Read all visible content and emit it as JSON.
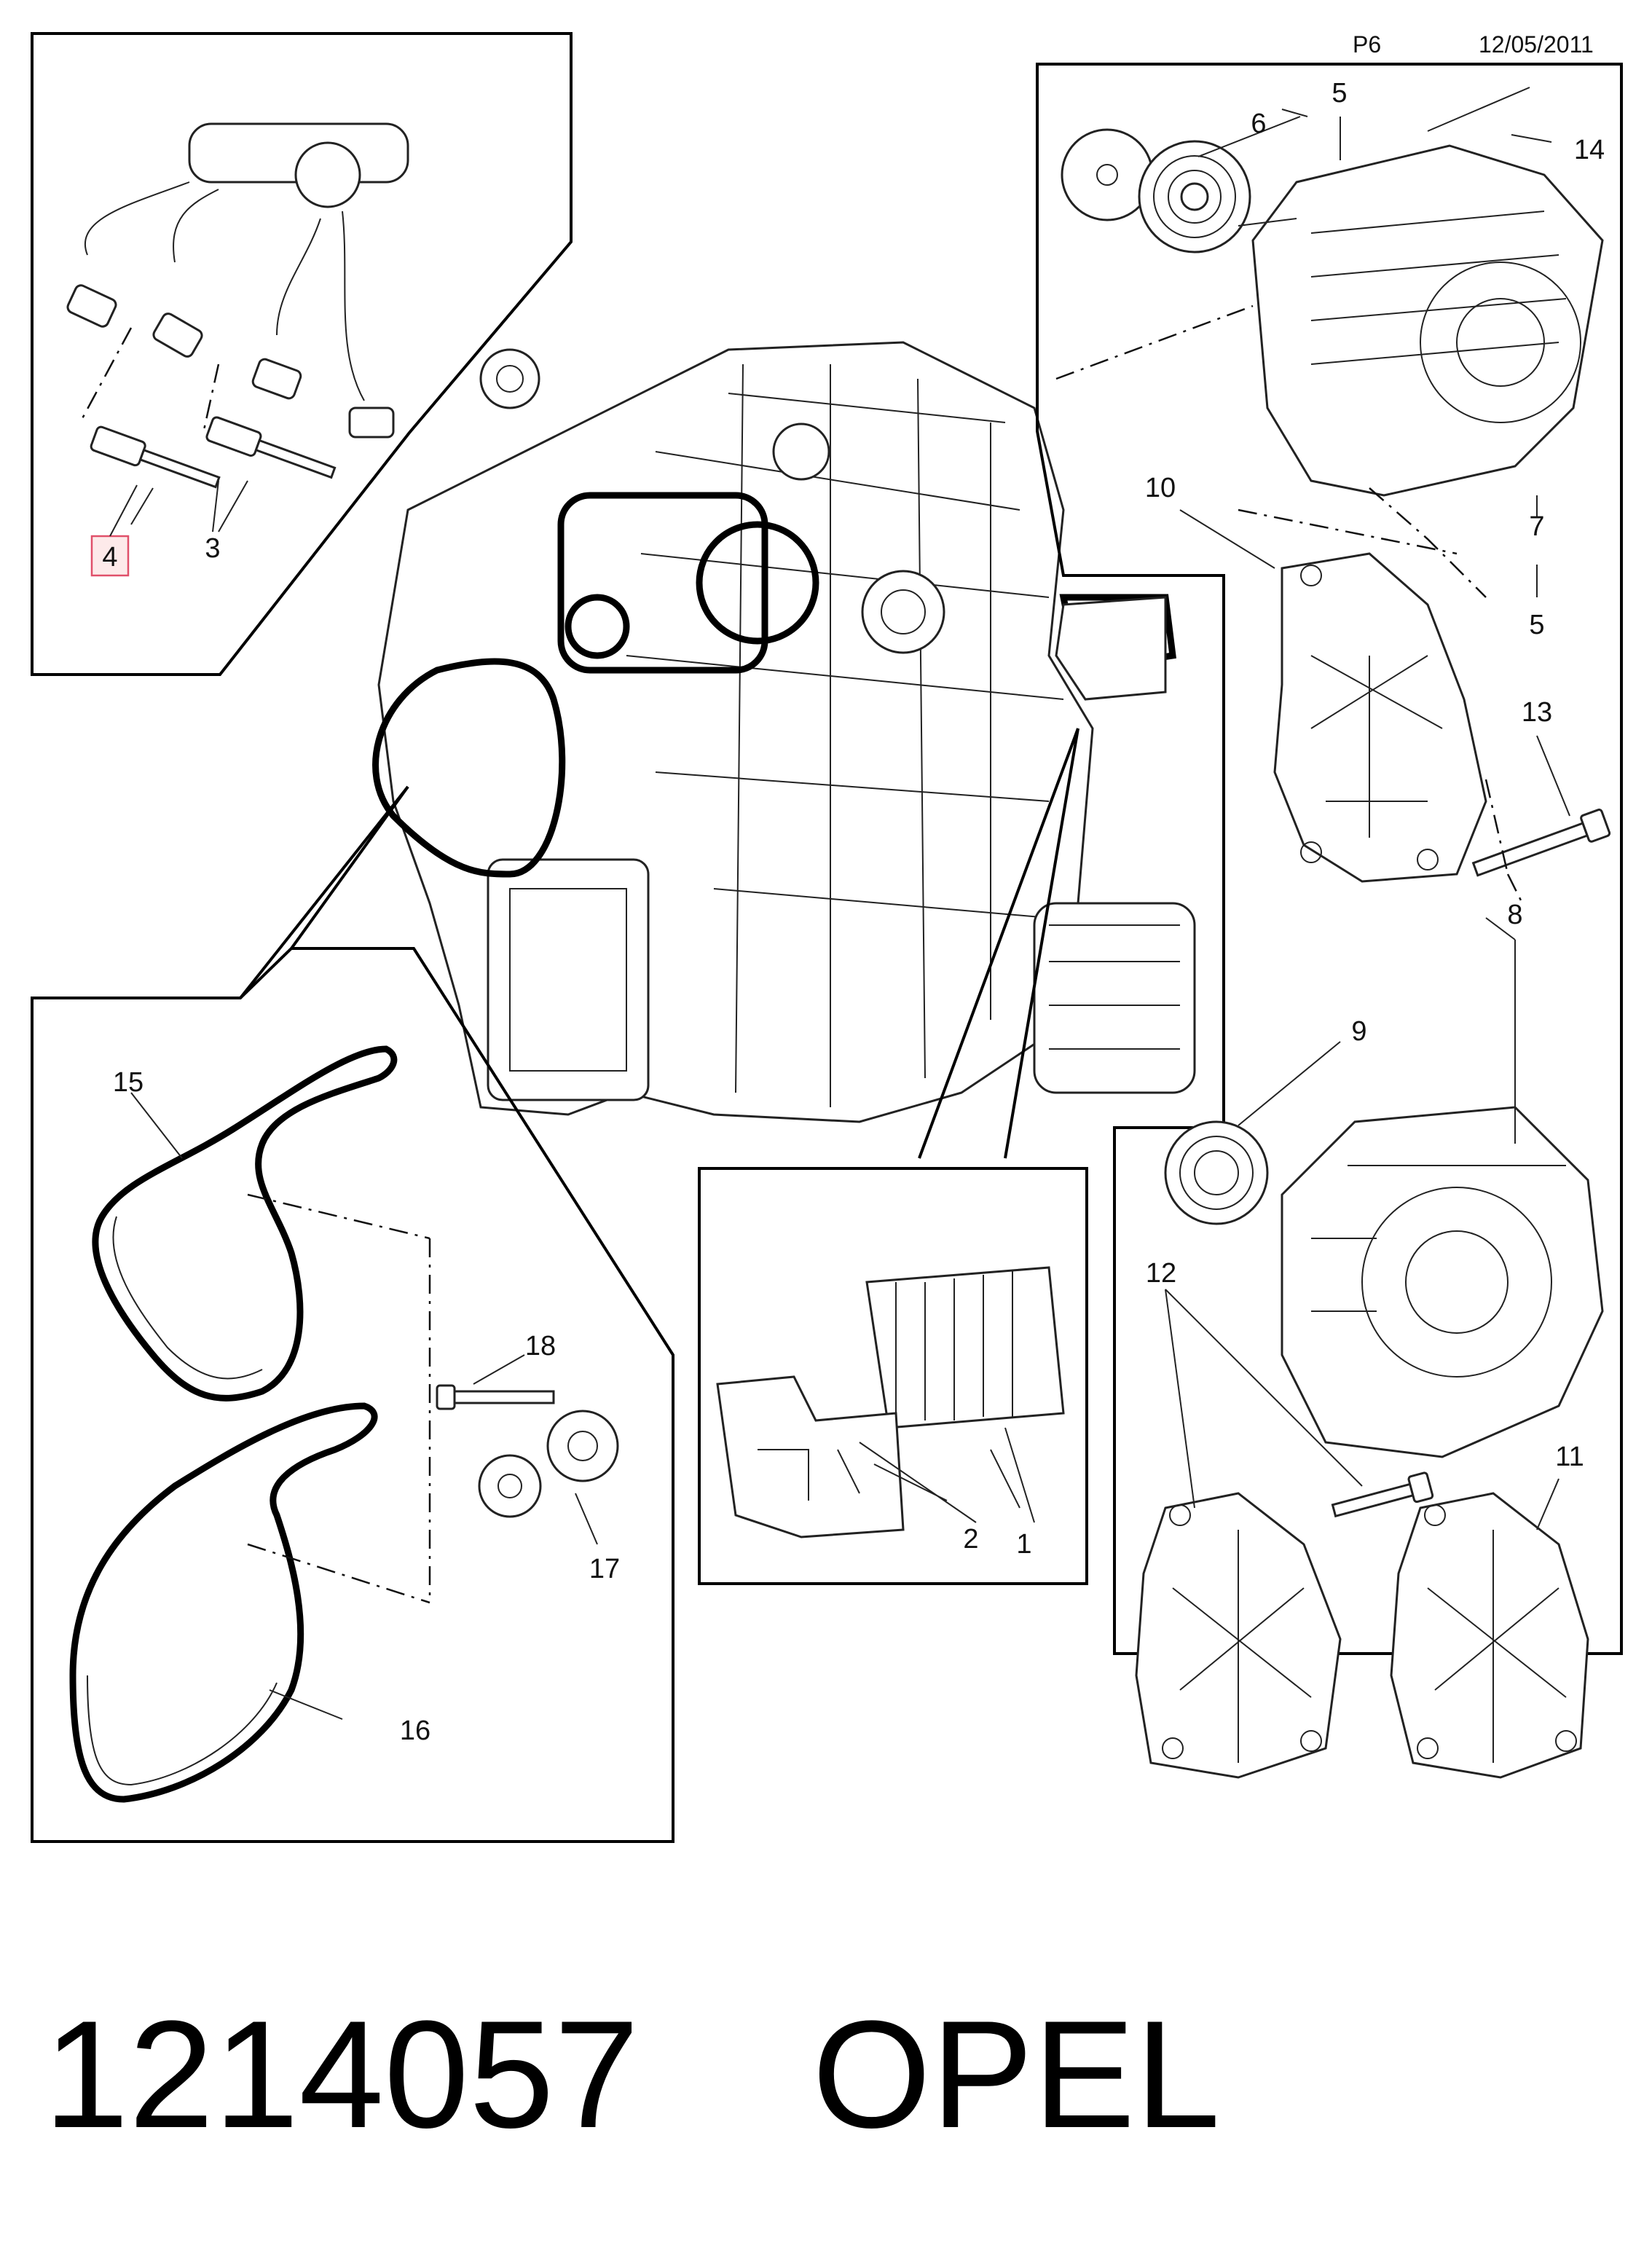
{
  "header": {
    "page": "P6",
    "date": "12/05/2011"
  },
  "callouts": {
    "c1": "1",
    "c2": "2",
    "c3": "3",
    "c4": "4",
    "c5a": "5",
    "c5b": "5",
    "c6": "6",
    "c7": "7",
    "c8": "8",
    "c9": "9",
    "c10": "10",
    "c11": "11",
    "c12": "12",
    "c13": "13",
    "c14": "14",
    "c15": "15",
    "c16": "16",
    "c17": "17",
    "c18": "18"
  },
  "highlighted_callout": {
    "label": "4",
    "color": "#e0506a"
  },
  "footer": {
    "part_number": "1214057",
    "brand": "OPEL"
  }
}
